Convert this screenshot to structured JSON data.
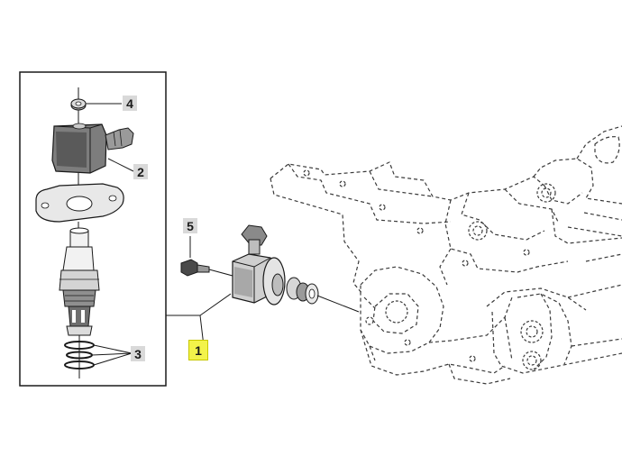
{
  "callouts": {
    "c1": "1",
    "c2": "2",
    "c3": "3",
    "c4": "4",
    "c5": "5"
  },
  "colors": {
    "highlight": "#f3f34a",
    "label_bg": "#d9d9d9",
    "line": "#1a1a1a",
    "part_gray": "#8c8c8c"
  }
}
